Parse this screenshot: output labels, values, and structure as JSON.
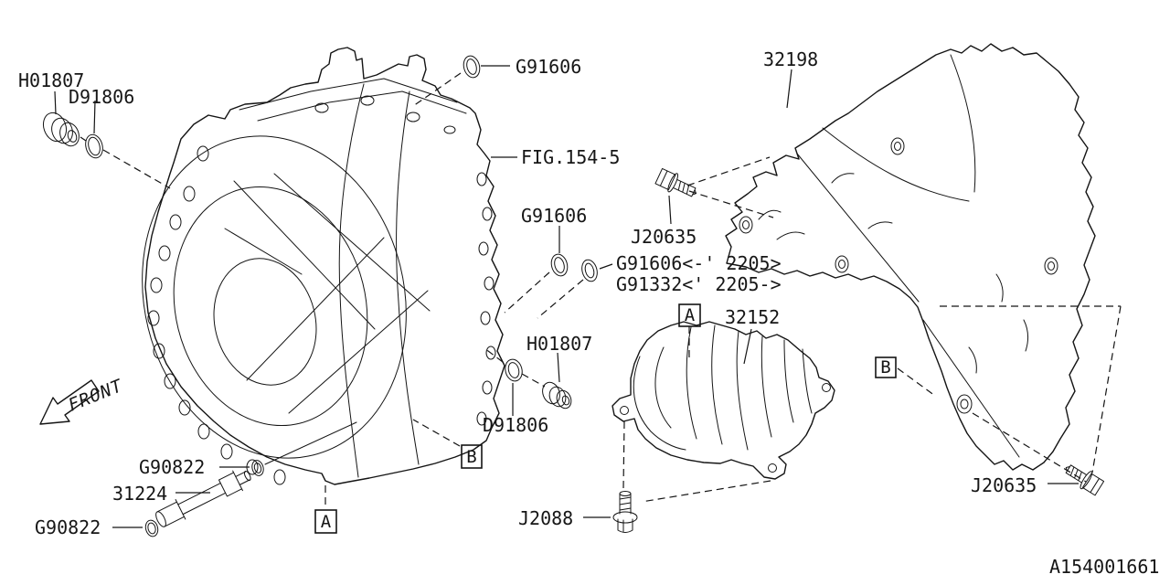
{
  "diagram": {
    "fig_ref": "FIG.154-5",
    "drawing_id": "A154001661",
    "front_label": "FRONT",
    "ref_a": "A",
    "ref_b": "B",
    "callouts": {
      "plug_top": "H01807",
      "oring_top": "D91806",
      "seal_top": "G91606",
      "heat_shield": "32198",
      "seal_mid": "G91606",
      "bolt_upper": "J20635",
      "seal_range_early": "G91606<-' 2205>",
      "seal_range_late": "G91332<' 2205->",
      "cover": "32152",
      "plug_mid": "H01807",
      "oring_mid": "D91806",
      "oring_pipe_upper": "G90822",
      "pipe": "31224",
      "oring_pipe_lower": "G90822",
      "bolt_cover": "J2088",
      "bolt_lower": "J20635"
    }
  }
}
